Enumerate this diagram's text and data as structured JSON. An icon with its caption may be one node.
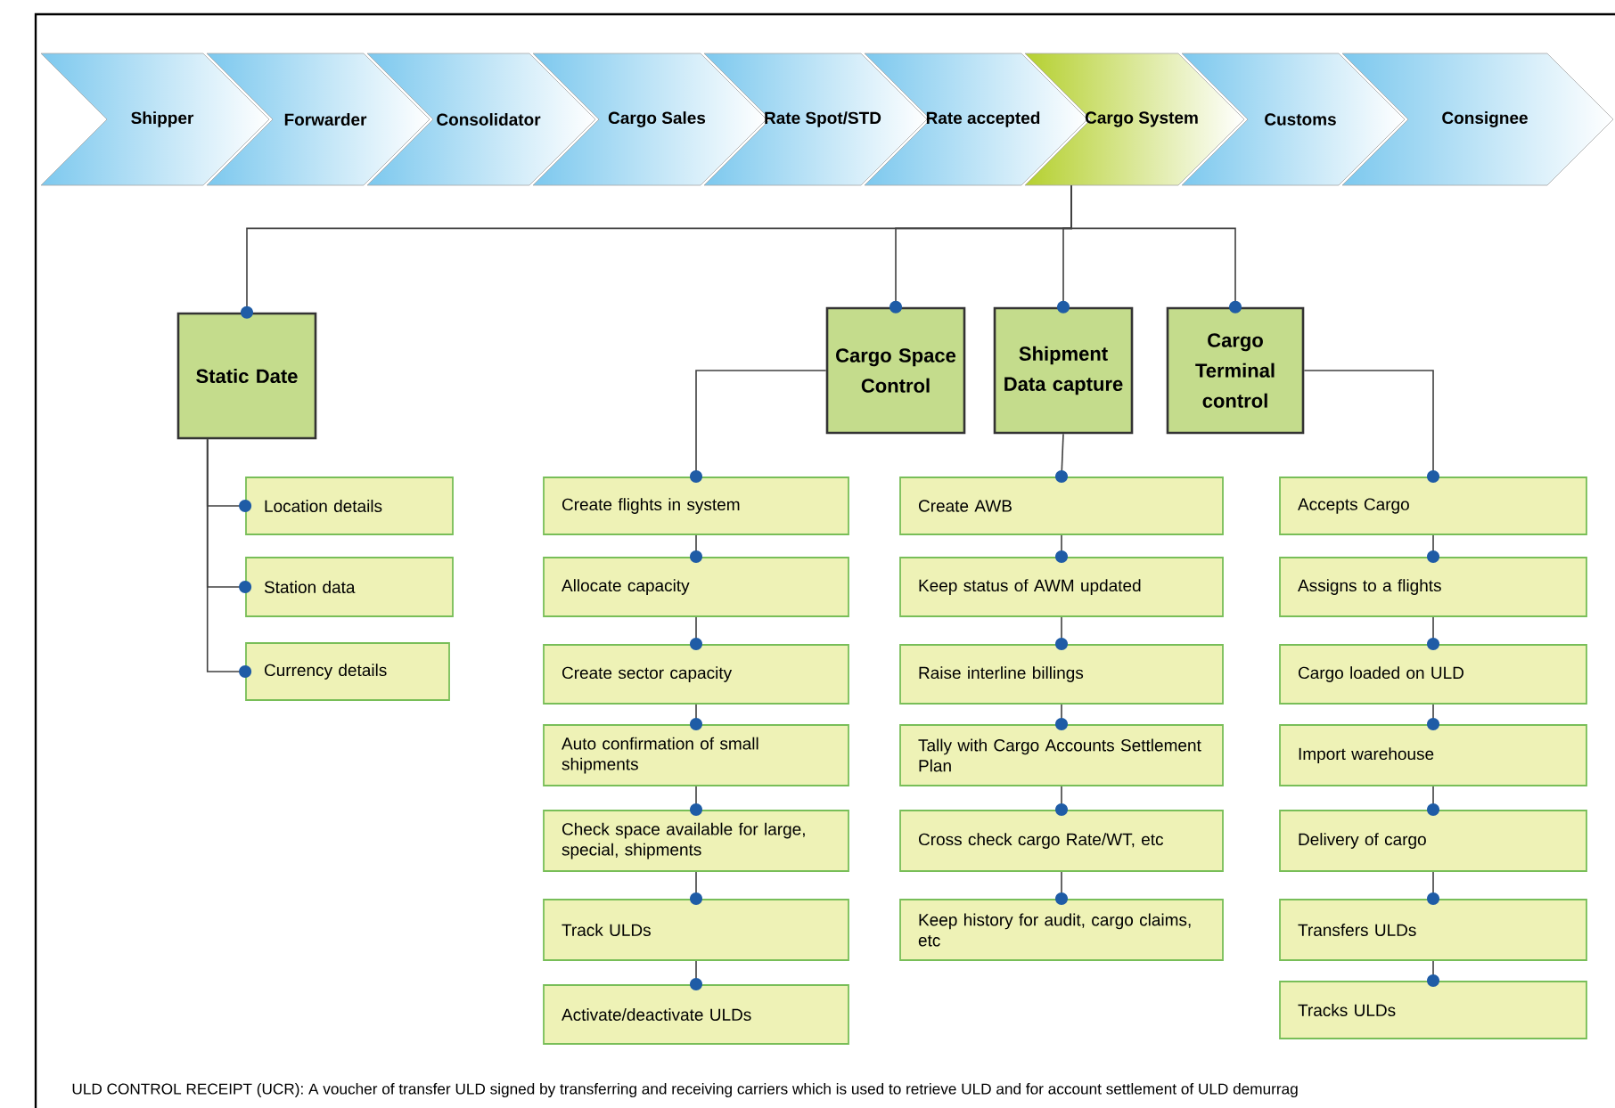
{
  "diagram": {
    "nodes": [
      {
        "text": [
          "Shipper"
        ]
      },
      {
        "text": [
          "Forwarder"
        ]
      },
      {
        "text": [
          "Consolidator"
        ]
      },
      {
        "text": [
          "Cargo Sales"
        ]
      },
      {
        "text": [
          "Rate Spot/STD"
        ]
      },
      {
        "text": [
          "Rate accepted"
        ]
      },
      {
        "text": [
          "Cargo System"
        ]
      },
      {
        "text": [
          "Customs"
        ]
      },
      {
        "text": [
          "Consignee"
        ]
      },
      {
        "text": [
          "Static Date"
        ]
      },
      {
        "text": [
          "Cargo Space Control"
        ]
      },
      {
        "text": [
          "Shipment Data capture"
        ]
      },
      {
        "text": [
          "Cargo Terminal control"
        ]
      },
      {
        "text": [
          "Location details"
        ]
      },
      {
        "text": [
          "Station data"
        ]
      },
      {
        "text": [
          "Currency details"
        ]
      },
      {
        "text": [
          "Create flights in system"
        ]
      },
      {
        "text": [
          "Allocate capacity"
        ]
      },
      {
        "text": [
          "Create sector capacity"
        ]
      },
      {
        "text": [
          "Auto confirmation of small shipments"
        ]
      },
      {
        "text": [
          "Check space available for large, special,  shipments"
        ]
      },
      {
        "text": [
          "Track ULDs"
        ]
      },
      {
        "text": [
          "Activate/deactivate ULDs"
        ]
      },
      {
        "text": [
          "Create AWB"
        ]
      },
      {
        "text": [
          "Keep status of AWM updated"
        ]
      },
      {
        "text": [
          "Raise interline billings"
        ]
      },
      {
        "text": [
          "Tally with Cargo Accounts Settlement Plan"
        ]
      },
      {
        "text": [
          "Cross check cargo Rate/WT, etc"
        ]
      },
      {
        "text": [
          "Keep history for audit, cargo claims, etc"
        ]
      },
      {
        "text": [
          "Accepts Cargo"
        ]
      },
      {
        "text": [
          "Assigns to a flights"
        ]
      },
      {
        "text": [
          "Cargo loaded on ULD"
        ]
      },
      {
        "text": [
          "Import warehouse"
        ]
      },
      {
        "text": [
          "Delivery of  cargo"
        ]
      },
      {
        "text": [
          "Transfers ULDs"
        ]
      },
      {
        "text": [
          "Tracks ULDs"
        ]
      }
    ],
    "edges": [
      {
        "from": 6,
        "to": 9,
        "arrow": "other"
      },
      {
        "from": 6,
        "to": 10,
        "arrow": "other"
      },
      {
        "from": 6,
        "to": 11,
        "arrow": "other"
      },
      {
        "from": 6,
        "to": 12,
        "arrow": "other"
      },
      {
        "from": 9,
        "to": 13,
        "arrow": "other"
      },
      {
        "from": 9,
        "to": 14,
        "arrow": "other"
      },
      {
        "from": 9,
        "to": 15,
        "arrow": "other"
      },
      {
        "from": 10,
        "to": 16,
        "arrow": "other"
      },
      {
        "from": 16,
        "to": 17,
        "arrow": "other"
      },
      {
        "from": 17,
        "to": 18,
        "arrow": "other"
      },
      {
        "from": 18,
        "to": 19,
        "arrow": "other"
      },
      {
        "from": 19,
        "to": 20,
        "arrow": "other"
      },
      {
        "from": 20,
        "to": 21,
        "arrow": "other"
      },
      {
        "from": 21,
        "to": 22,
        "arrow": "other"
      },
      {
        "from": 11,
        "to": 23,
        "arrow": "other"
      },
      {
        "from": 23,
        "to": 24,
        "arrow": "other"
      },
      {
        "from": 24,
        "to": 25,
        "arrow": "other"
      },
      {
        "from": 25,
        "to": 26,
        "arrow": "other"
      },
      {
        "from": 26,
        "to": 27,
        "arrow": "other"
      },
      {
        "from": 27,
        "to": 28,
        "arrow": "other"
      },
      {
        "from": 12,
        "to": 29,
        "arrow": "other"
      },
      {
        "from": 29,
        "to": 30,
        "arrow": "other"
      },
      {
        "from": 30,
        "to": 31,
        "arrow": "other"
      },
      {
        "from": 31,
        "to": 32,
        "arrow": "other"
      },
      {
        "from": 32,
        "to": 33,
        "arrow": "other"
      },
      {
        "from": 33,
        "to": 34,
        "arrow": "other"
      },
      {
        "from": 34,
        "to": 35,
        "arrow": "other"
      }
    ],
    "labels": [
      "ULD CONTROL RECEIPT (UCR): A voucher of transfer ULD signed by transferring and receiving carriers which is used to retrieve ULD and for account settlement of ULD demurrag"
    ]
  }
}
